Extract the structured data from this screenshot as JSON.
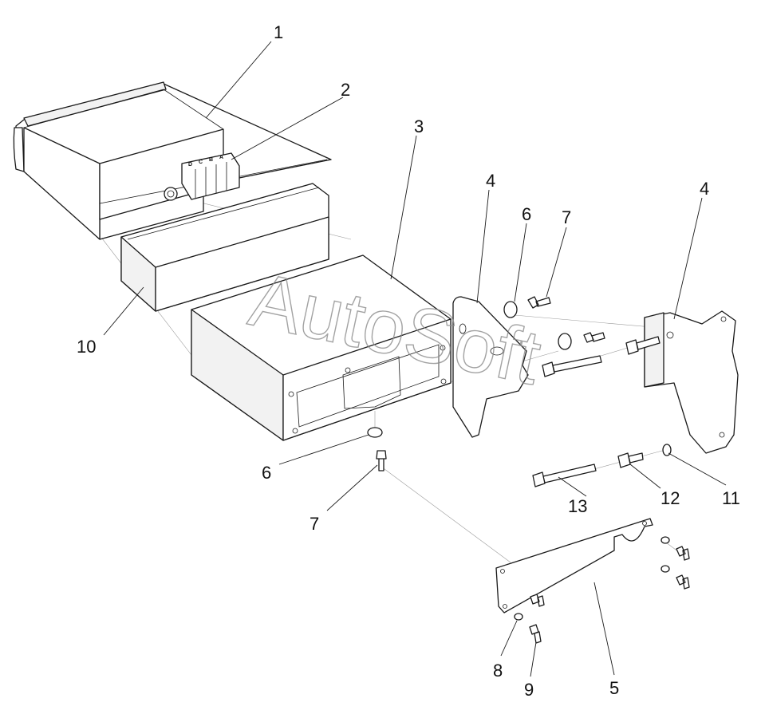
{
  "diagram": {
    "watermark": "AutoSoft",
    "terminal_labels": [
      "D",
      "C",
      "B",
      "A"
    ],
    "callouts": [
      {
        "id": "c1",
        "label": "1"
      },
      {
        "id": "c2",
        "label": "2"
      },
      {
        "id": "c3",
        "label": "3"
      },
      {
        "id": "c4a",
        "label": "4"
      },
      {
        "id": "c4b",
        "label": "4"
      },
      {
        "id": "c5",
        "label": "5"
      },
      {
        "id": "c6a",
        "label": "6"
      },
      {
        "id": "c6b",
        "label": "6"
      },
      {
        "id": "c7a",
        "label": "7"
      },
      {
        "id": "c7b",
        "label": "7"
      },
      {
        "id": "c8",
        "label": "8"
      },
      {
        "id": "c9",
        "label": "9"
      },
      {
        "id": "c10",
        "label": "10"
      },
      {
        "id": "c11",
        "label": "11"
      },
      {
        "id": "c12",
        "label": "12"
      },
      {
        "id": "c13",
        "label": "13"
      }
    ]
  }
}
